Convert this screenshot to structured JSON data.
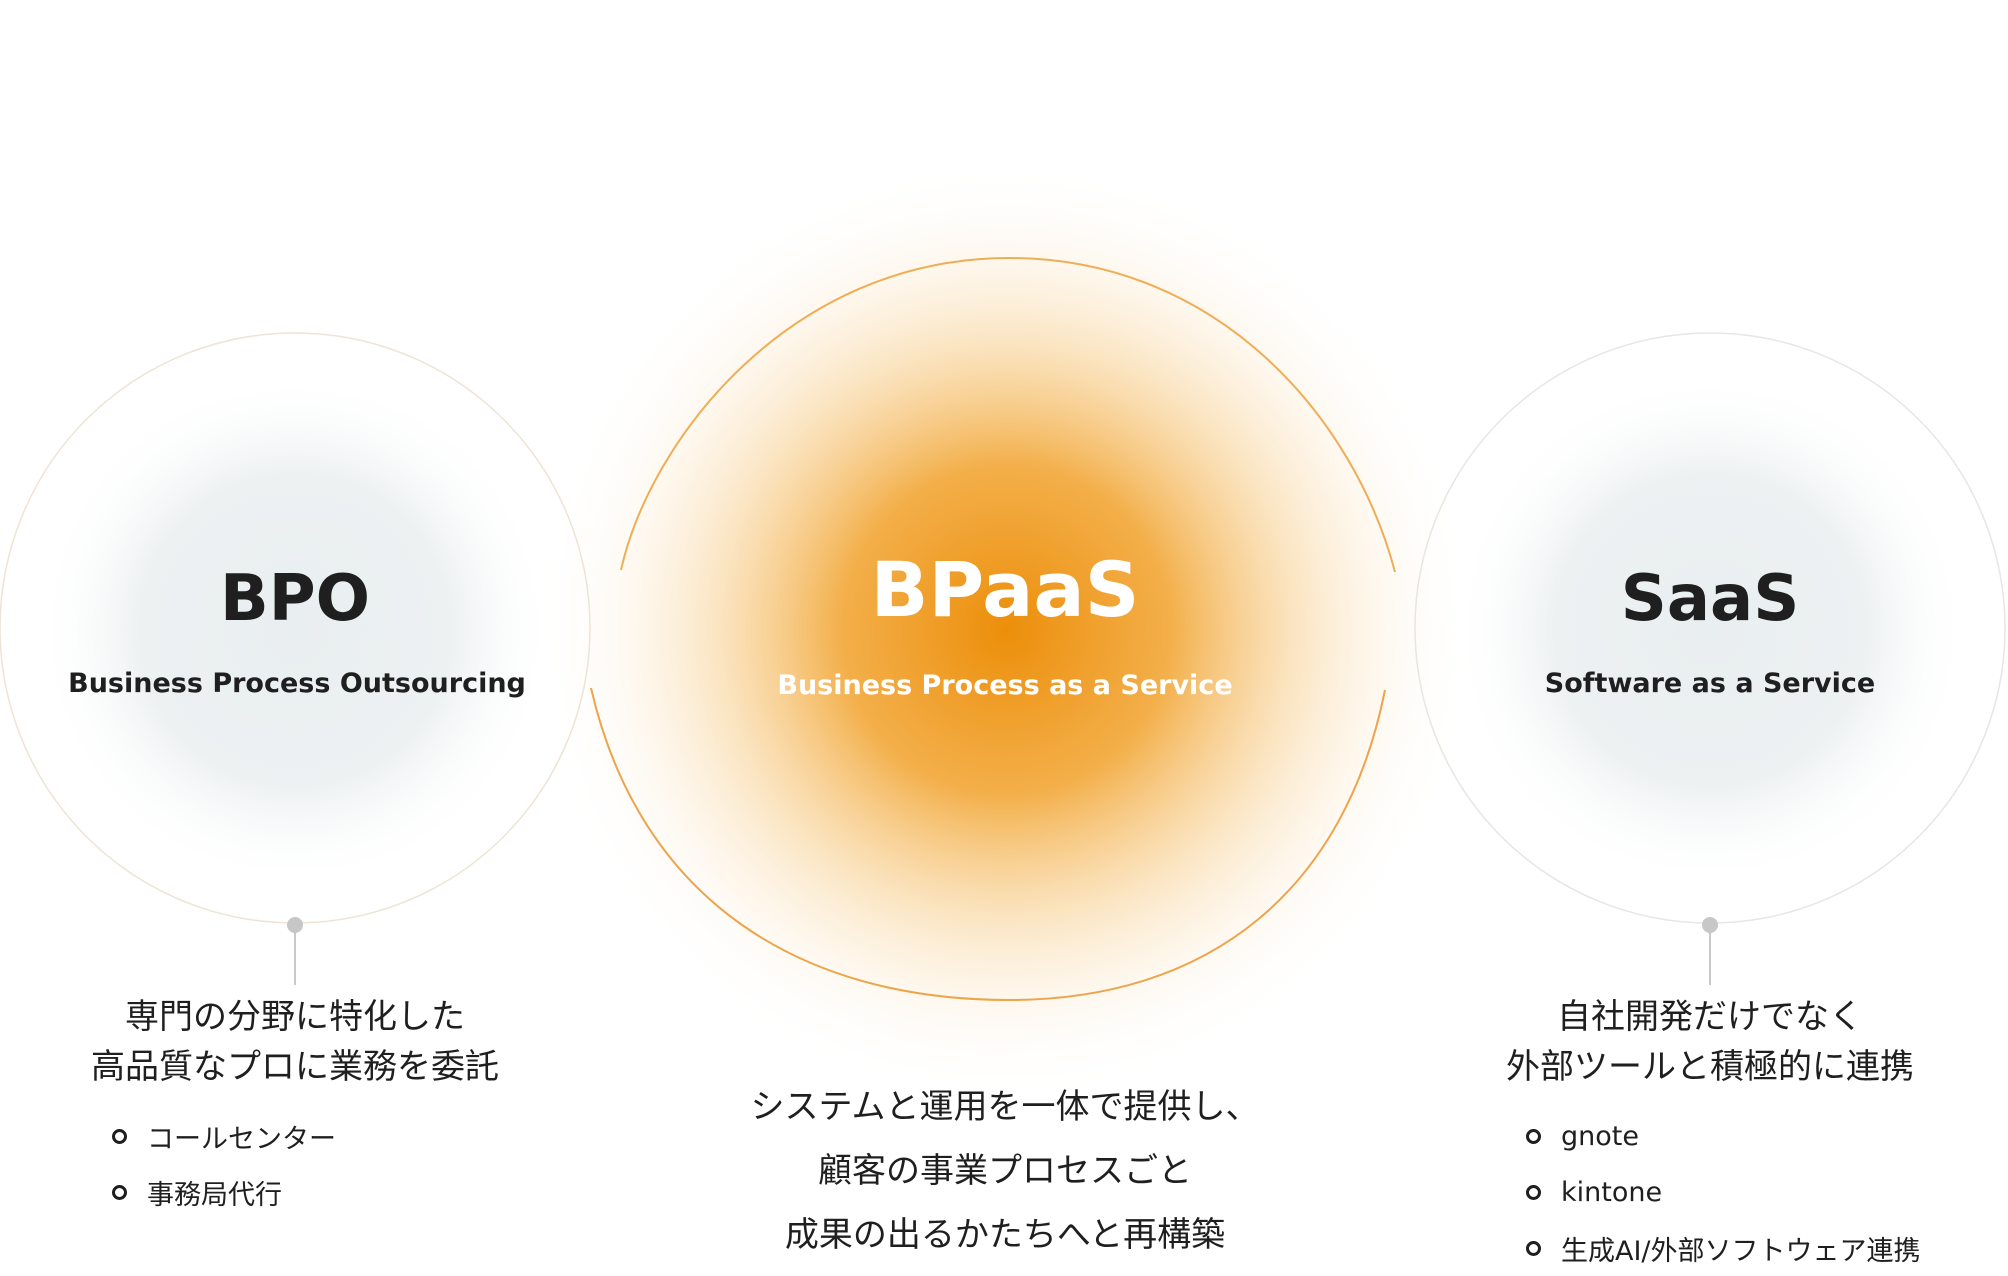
{
  "bpo": {
    "title": "BPO",
    "subtitle": "Business Process Outsourcing",
    "desc": [
      "専門の分野に特化した",
      "高品質なプロに業務を委託"
    ],
    "items": [
      "コールセンター",
      "事務局代行"
    ]
  },
  "bpaas": {
    "title": "BPaaS",
    "subtitle": "Business Process as a Service",
    "desc": [
      "システムと運用を一体で提供し、",
      "顧客の事業プロセスごと",
      "成果の出るかたちへと再構築"
    ]
  },
  "saas": {
    "title": "SaaS",
    "subtitle": "Software as a Service",
    "desc": [
      "自社開発だけでなく",
      "外部ツールと積極的に連携"
    ],
    "items": [
      "gnote",
      "kintone",
      "生成AI/外部ソフトウェア連携"
    ]
  },
  "colors": {
    "accent": "#ee9a1e",
    "accent_deep": "#e8890a",
    "side_fill": "#e9eef0",
    "text": "#1f1f1f"
  }
}
